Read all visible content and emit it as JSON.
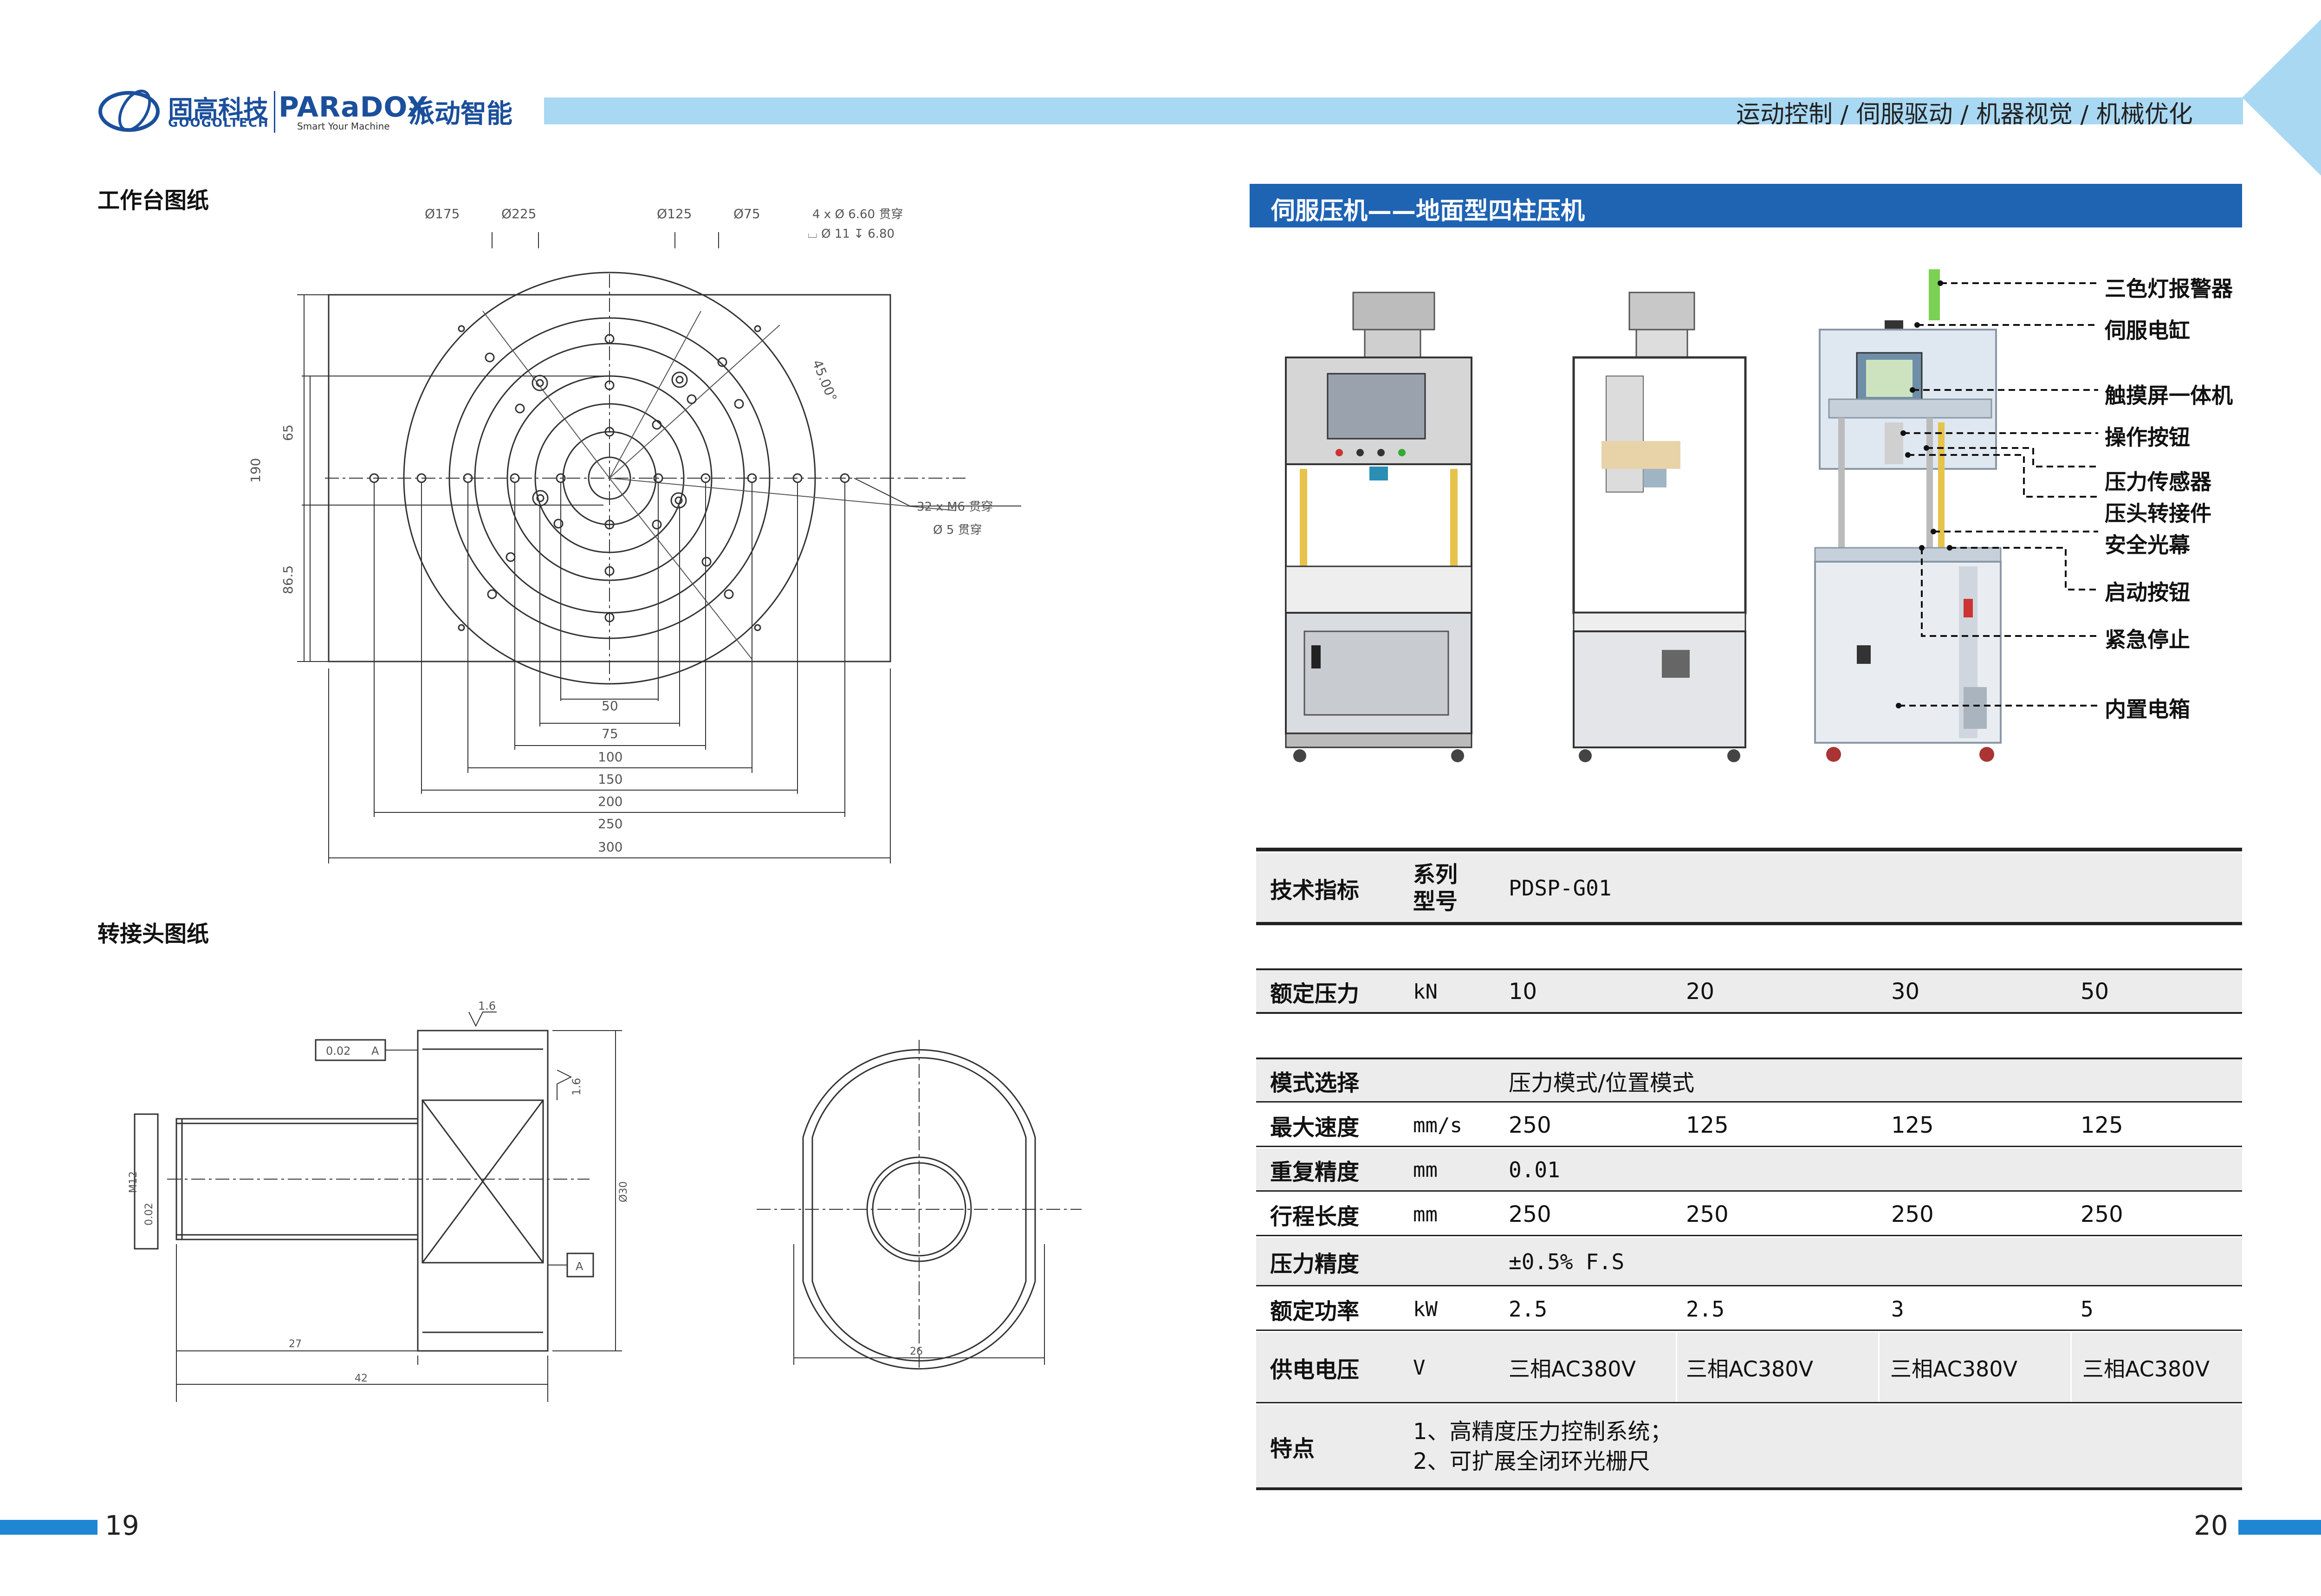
{
  "header": {
    "logo_googol_cn": "固高科技",
    "logo_googol_en": "GOOGOLTECH",
    "logo_paradox": "PARaDOX",
    "logo_paradox_sub": "Smart Your Machine",
    "logo_paradox_cn": "派动智能",
    "tagline": "运动控制 / 伺服驱动 / 机器视觉 / 机械优化",
    "colors": {
      "brand": "#1b4f9c",
      "accent_bar": "#a9d8f3",
      "title_blue": "#1f63b3",
      "footer_blue": "#1e86d3"
    }
  },
  "left": {
    "table_drawing_title": "工作台图纸",
    "adapter_drawing_title": "转接头图纸",
    "table_drawing": {
      "circle_labels": [
        "Ø175",
        "Ø225",
        "Ø125",
        "Ø75"
      ],
      "hole_note_1": "4 x Ø 6.60 贯穿",
      "hole_note_2": "⌴ Ø 11 ↧ 6.80",
      "angle": "45.00°",
      "thread_note_1": "32 x M6 贯穿",
      "thread_note_2": "Ø 5 贯穿",
      "dim_190": "190",
      "dim_65": "65",
      "dim_86_5": "86.5",
      "h_dims": [
        "50",
        "75",
        "100",
        "150",
        "200",
        "250",
        "300"
      ]
    },
    "adapter_drawing": {
      "roughness_1": "1.6",
      "roughness_2": "1.6",
      "runout_box": "0.02",
      "datum": "A",
      "perp_box": "0.02",
      "thread": "M12",
      "dia_30": "Ø30",
      "dim_27": "27",
      "dim_42": "42",
      "dim_26": "26"
    }
  },
  "right": {
    "product_title": "伺服压机——地面型四柱压机",
    "callouts": [
      "三色灯报警器",
      "伺服电缸",
      "触摸屏一体机",
      "操作按钮",
      "压力传感器",
      "压头转接件",
      "安全光幕",
      "启动按钮",
      "紧急停止",
      "内置电箱"
    ],
    "spec_table": {
      "header": {
        "label": "技术指标",
        "series_line1": "系列",
        "series_line2": "型号",
        "model": "PDSP-G01"
      },
      "rated_force": {
        "label": "额定压力",
        "unit": "kN",
        "values": [
          "10",
          "20",
          "30",
          "50"
        ]
      },
      "mode": {
        "label": "模式选择",
        "value": "压力模式/位置模式"
      },
      "max_speed": {
        "label": "最大速度",
        "unit": "mm/s",
        "values": [
          "250",
          "125",
          "125",
          "125"
        ]
      },
      "repeat": {
        "label": "重复精度",
        "unit": "mm",
        "value": "0.01"
      },
      "stroke": {
        "label": "行程长度",
        "unit": "mm",
        "values": [
          "250",
          "250",
          "250",
          "250"
        ]
      },
      "force_acc": {
        "label": "压力精度",
        "value": "±0.5% F.S"
      },
      "power": {
        "label": "额定功率",
        "unit": "kW",
        "values": [
          "2.5",
          "2.5",
          "3",
          "5"
        ]
      },
      "voltage": {
        "label": "供电电压",
        "unit": "V",
        "values": [
          "三相AC380V",
          "三相AC380V",
          "三相AC380V",
          "三相AC380V"
        ]
      },
      "features": {
        "label": "特点",
        "line1": "1、高精度压力控制系统；",
        "line2": "2、可扩展全闭环光栅尺"
      }
    }
  },
  "footer": {
    "page_left": "19",
    "page_right": "20"
  }
}
